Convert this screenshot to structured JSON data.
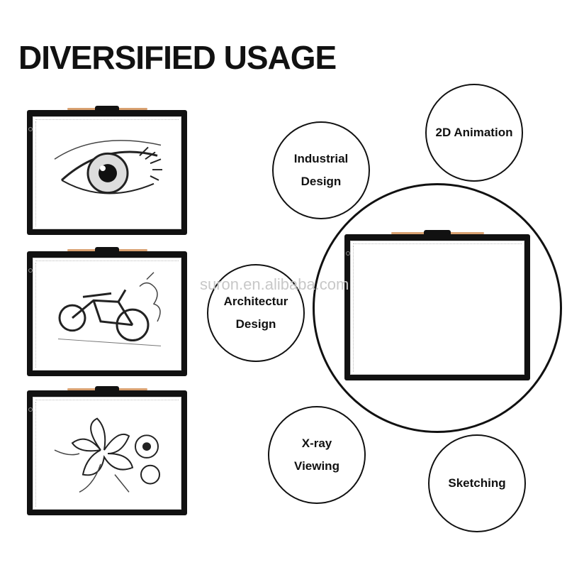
{
  "heading": "DIVERSIFIED USAGE",
  "watermark": "suron.en.alibaba.com",
  "usages": [
    {
      "label": "Industrial\nDesign"
    },
    {
      "label": "2D Animation"
    },
    {
      "label": "Architectur\nDesign"
    },
    {
      "label": "X-ray\nViewing"
    },
    {
      "label": "Sketching"
    }
  ],
  "pads": [
    {
      "drawing": "eye"
    },
    {
      "drawing": "motorcycle"
    },
    {
      "drawing": "flowers"
    }
  ],
  "colors": {
    "frame": "#111111",
    "pencil": "#d8a070",
    "watermark": "#c8c8c8"
  }
}
